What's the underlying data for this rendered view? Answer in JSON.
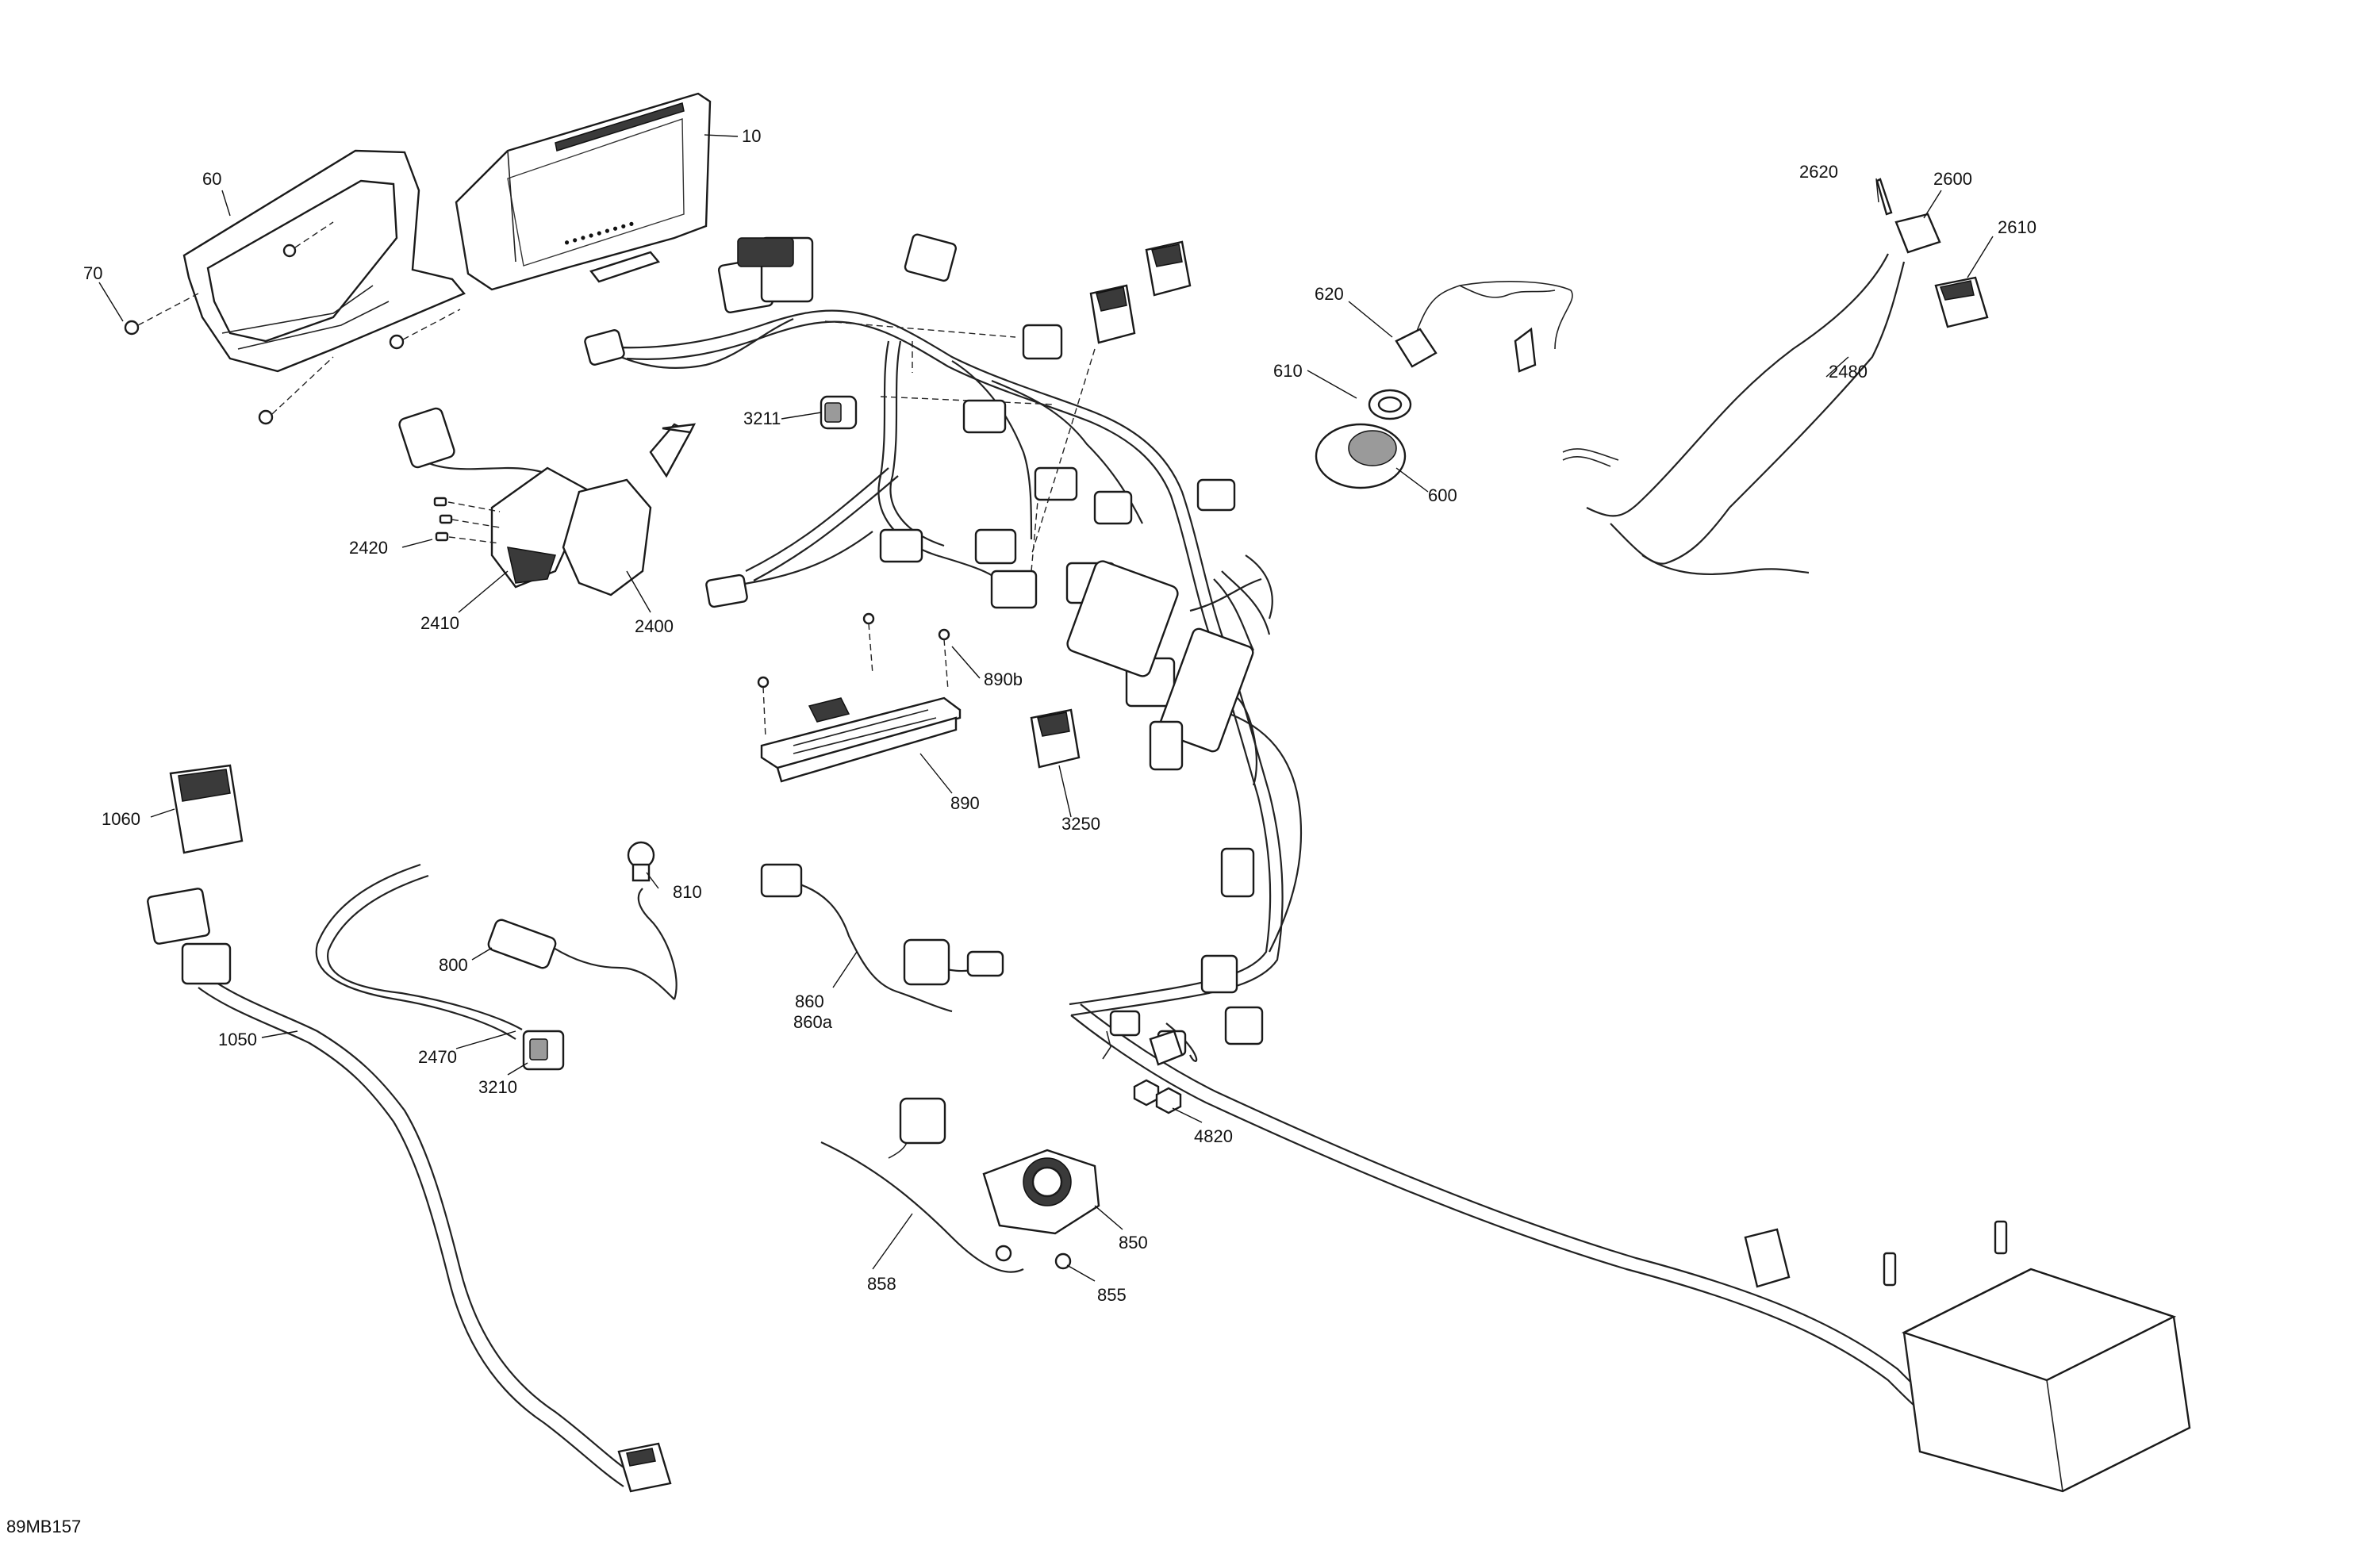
{
  "diagram": {
    "ref_code": "89MB157",
    "callouts": {
      "c10": "10",
      "c60": "60",
      "c70": "70",
      "c3211": "3211",
      "c2420": "2420",
      "c2410": "2410",
      "c2400": "2400",
      "c620": "620",
      "c610": "610",
      "c600": "600",
      "c2620": "2620",
      "c2600": "2600",
      "c2610": "2610",
      "c2480": "2480",
      "c890b": "890b",
      "c890": "890",
      "c3250": "3250",
      "c1060": "1060",
      "c810": "810",
      "c800": "800",
      "c860": "860",
      "c860a": "860a",
      "c2470": "2470",
      "c3210": "3210",
      "c1050": "1050",
      "c4820": "4820",
      "c850": "850",
      "c858": "858",
      "c855": "855"
    }
  }
}
